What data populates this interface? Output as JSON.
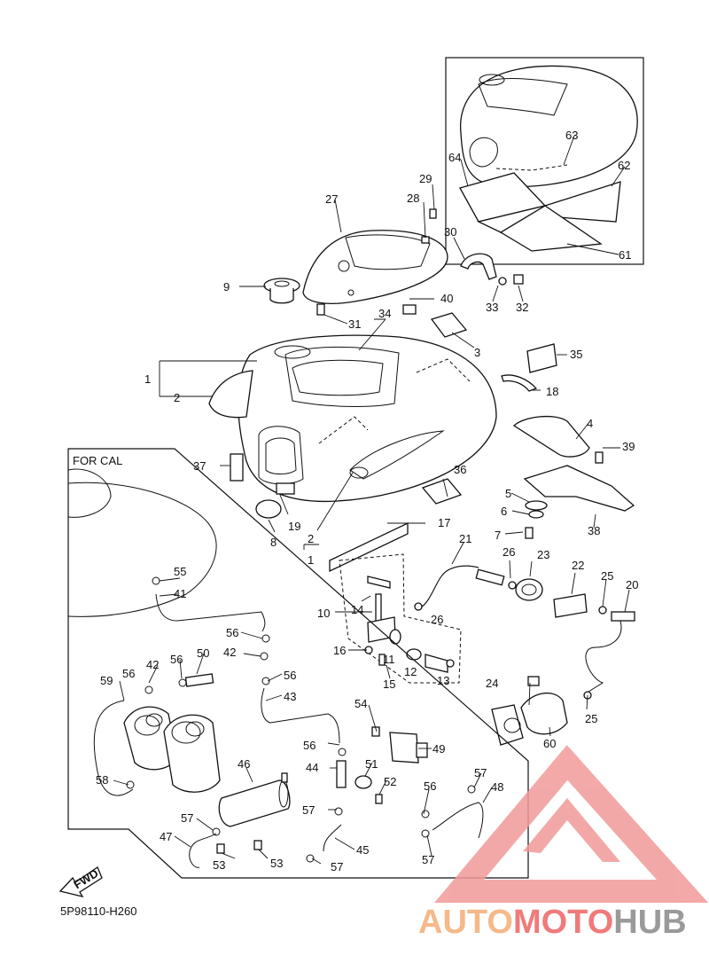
{
  "labels": {
    "for_cal": "FOR CAL",
    "fwd": "FWD",
    "diagram_code": "5P98110-H260"
  },
  "watermark": {
    "part1": "AUTO",
    "part2": "MOTO",
    "part3": "HUB",
    "color_part1": "#f5b98a",
    "color_part2": "#f07a7a",
    "color_part3": "#9a9a9a",
    "logo_color": "#f29a9a"
  },
  "callouts": {
    "c1": "1",
    "c1b": "1",
    "c2": "2",
    "c2b": "2",
    "c3": "3",
    "c4": "4",
    "c5": "5",
    "c6": "6",
    "c7": "7",
    "c8": "8",
    "c9": "9",
    "c10": "10",
    "c11": "11",
    "c12": "12",
    "c13": "13",
    "c14": "14",
    "c15": "15",
    "c16": "16",
    "c17": "17",
    "c18": "18",
    "c19": "19",
    "c20": "20",
    "c21": "21",
    "c22": "22",
    "c23": "23",
    "c24": "24",
    "c25a": "25",
    "c25b": "25",
    "c26a": "26",
    "c26b": "26",
    "c27": "27",
    "c28": "28",
    "c29": "29",
    "c30": "30",
    "c31": "31",
    "c32": "32",
    "c33": "33",
    "c34": "34",
    "c35": "35",
    "c36": "36",
    "c37": "37",
    "c38": "38",
    "c39": "39",
    "c40": "40",
    "c41": "41",
    "c42a": "42",
    "c42b": "42",
    "c43": "43",
    "c44": "44",
    "c45": "45",
    "c46": "46",
    "c47": "47",
    "c48": "48",
    "c49": "49",
    "c50": "50",
    "c51": "51",
    "c52": "52",
    "c53a": "53",
    "c53b": "53",
    "c54": "54",
    "c55": "55",
    "c56a": "56",
    "c56b": "56",
    "c56c": "56",
    "c56d": "56",
    "c56e": "56",
    "c56f": "56",
    "c57a": "57",
    "c57b": "57",
    "c57c": "57",
    "c57d": "57",
    "c57e": "57",
    "c58": "58",
    "c59": "59",
    "c60": "60",
    "c61": "61",
    "c62": "62",
    "c63": "63",
    "c64": "64"
  }
}
